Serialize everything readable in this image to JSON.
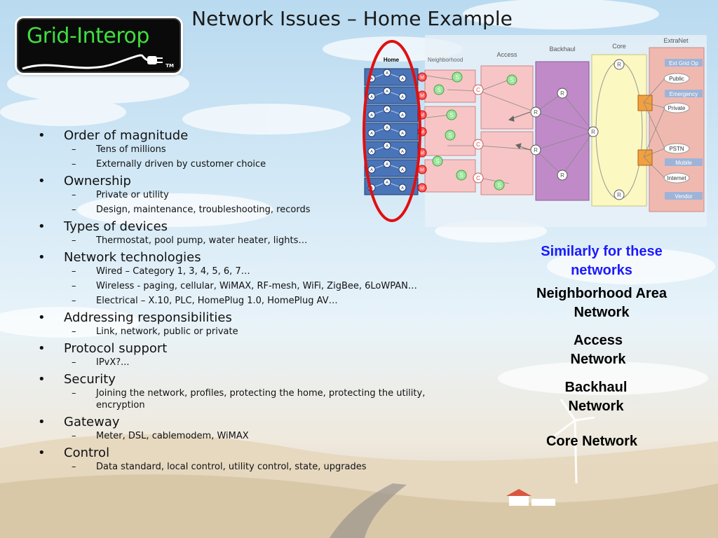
{
  "slide": {
    "title": "Network Issues – Home Example"
  },
  "logo": {
    "text": "Grid-Interop",
    "tm": "TM"
  },
  "bullets": [
    {
      "label": "Order of magnitude",
      "subs": [
        "Tens of millions",
        "Externally driven by customer choice"
      ]
    },
    {
      "label": "Ownership",
      "subs": [
        "Private or utility",
        "Design, maintenance, troubleshooting, records"
      ]
    },
    {
      "label": "Types of devices",
      "subs": [
        "Thermostat, pool pump, water heater, lights…"
      ]
    },
    {
      "label": "Network technologies",
      "subs": [
        "Wired – Category 1, 3, 4, 5, 6, 7…",
        "Wireless - paging, cellular, WiMAX, RF-mesh, WiFi, ZigBee, 6LoWPAN…",
        "Electrical – X.10, PLC, HomePlug 1.0, HomePlug AV…"
      ]
    },
    {
      "label": "Addressing responsibilities",
      "subs": [
        "Link, network, public or private"
      ]
    },
    {
      "label": "Protocol support",
      "subs": [
        "IPvX?..."
      ]
    },
    {
      "label": "Security",
      "subs": [
        "Joining the network, profiles, protecting the home, protecting the utility, encryption"
      ]
    },
    {
      "label": "Gateway",
      "subs": [
        "Meter, DSL, cablemodem, WiMAX"
      ]
    },
    {
      "label": "Control",
      "subs": [
        "Data standard, local control, utility control, state, upgrades"
      ]
    }
  ],
  "diagram": {
    "zones": {
      "home": "Home",
      "neighborhood": "Neighborhood",
      "access": "Access",
      "backhaul": "Backhaul",
      "core": "Core",
      "extranet": "ExtraNet"
    },
    "extranet_items": [
      "Ext Grid Op",
      "Public",
      "Emergency",
      "Private",
      "PSTN",
      "Mobile",
      "Internet",
      "Vendor"
    ],
    "node_letters": {
      "appliance": "A",
      "meter": "M",
      "smart": "S",
      "collector": "C",
      "router": "R"
    },
    "colors": {
      "home_fill": "#4a74b8",
      "neighborhood_fill": "#f7c5c5",
      "access_fill": "#f7c5c5",
      "backhaul_fill": "#c08ac8",
      "core_fill": "#fbf8c2",
      "extranet_fill": "#f0b9b0",
      "highlight_ring": "#e01010",
      "smart_node": "#9be59b"
    }
  },
  "side_panel": {
    "similarly": "Similarly for these networks",
    "networks": [
      "Neighborhood Area Network",
      "Access Network",
      "Backhaul Network",
      "Core Network"
    ]
  }
}
